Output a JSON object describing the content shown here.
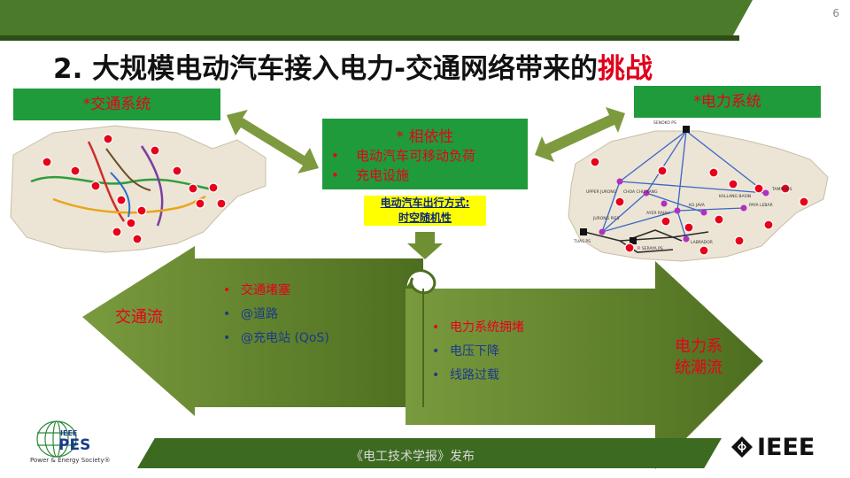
{
  "page_number": "6",
  "title": {
    "main": "2. 大规模电动汽车接入电力-交通网络带来的",
    "highlight": "挑战"
  },
  "transport_system": {
    "label": "*交通系统"
  },
  "power_system": {
    "label": "*电力系统"
  },
  "dependency": {
    "title": "* 相依性",
    "items": [
      "电动汽车可移动负荷",
      "充电设施"
    ],
    "bullet": "•"
  },
  "ev_mode": {
    "line1": "电动汽车出行方式:",
    "line2": "时空随机性"
  },
  "traffic_flow": {
    "label": "交通流",
    "items": [
      {
        "bullet": "•",
        "text": "交通堵塞"
      },
      {
        "bullet": "•",
        "text": "@道路"
      },
      {
        "bullet": "•",
        "text": "@充电站 (QoS)"
      }
    ]
  },
  "power_flow": {
    "label_line1": "电力系",
    "label_line2": "统潮流",
    "items": [
      {
        "bullet": "•",
        "text": "电力系统拥堵"
      },
      {
        "bullet": "•",
        "text": "电压下降"
      },
      {
        "bullet": "•",
        "text": "线路过载"
      }
    ]
  },
  "power_map_labels": [
    "SENOKO PS",
    "UPPER JURONG",
    "CHOA CHU KANG",
    "JURONG PIES",
    "AYER RAJAH",
    "KG JAVA",
    "KALLANG BASIN",
    "PAYA LEBAR",
    "TAMPINES",
    "TUAS PS",
    "P. SERAYA PS",
    "LABRADOR"
  ],
  "watermark": "《电工技术学报》发布",
  "logos": {
    "pes_top": "IEEE",
    "pes_main": "PES",
    "pes_sub": "Power & Energy Society®",
    "ieee": "IEEE"
  },
  "colors": {
    "accent_red": "#e8001b",
    "box_green": "#1f9b3c",
    "arrow_green": "#5e7d2b",
    "bar_green": "#4a7a2a"
  }
}
